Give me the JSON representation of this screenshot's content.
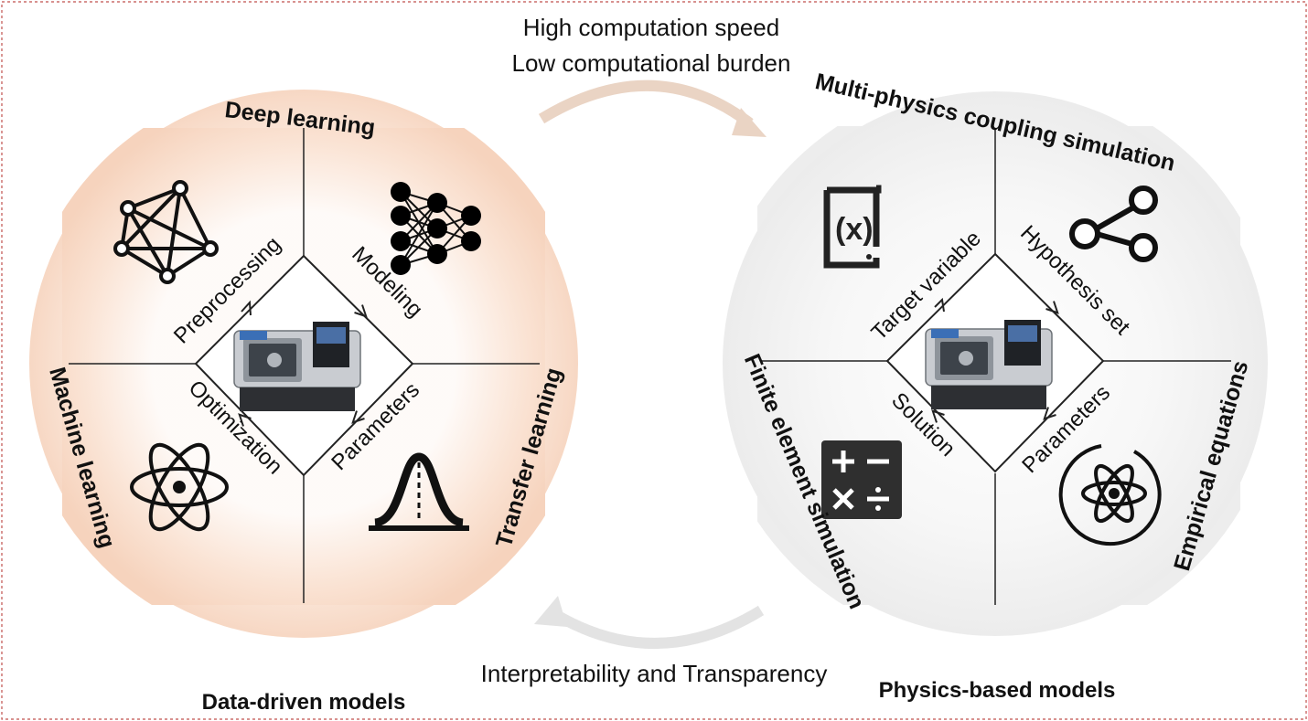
{
  "top_arrow": {
    "line1": "High computation speed",
    "line2": "Low computational burden"
  },
  "bottom_arrow": {
    "label": "Interpretability and Transparency"
  },
  "left": {
    "caption": "Data-driven models",
    "quadrants": {
      "top": "Deep learning",
      "left": "Machine learning",
      "right": "Transfer learning"
    },
    "cycle": {
      "upper_left": "Preprocessing",
      "upper_right": "Modeling",
      "lower_right": "Parameters",
      "lower_left": "Optimization"
    },
    "icons": [
      "network-graph-icon",
      "neural-network-icon",
      "atom-icon",
      "bell-curve-icon",
      "cnc-machine-image"
    ],
    "colors": {
      "background": "#f8d8c3"
    }
  },
  "right": {
    "caption": "Physics-based models",
    "quadrants": {
      "top": "Multi-physics coupling simulation",
      "left": "Finite element simulation",
      "right": "Empirical equations"
    },
    "cycle": {
      "upper_left": "Target variable",
      "upper_right": "Hypothesis set",
      "lower_right": "Parameters",
      "lower_left": "Solution"
    },
    "icons": [
      "variable-x-icon",
      "share-nodes-icon",
      "calculator-icon",
      "atom-ring-icon",
      "cnc-machine-image"
    ],
    "colors": {
      "background": "#ededed"
    }
  },
  "colors": {
    "border": "#c0504d",
    "arrow": "#ead4c4",
    "text": "#111111"
  }
}
